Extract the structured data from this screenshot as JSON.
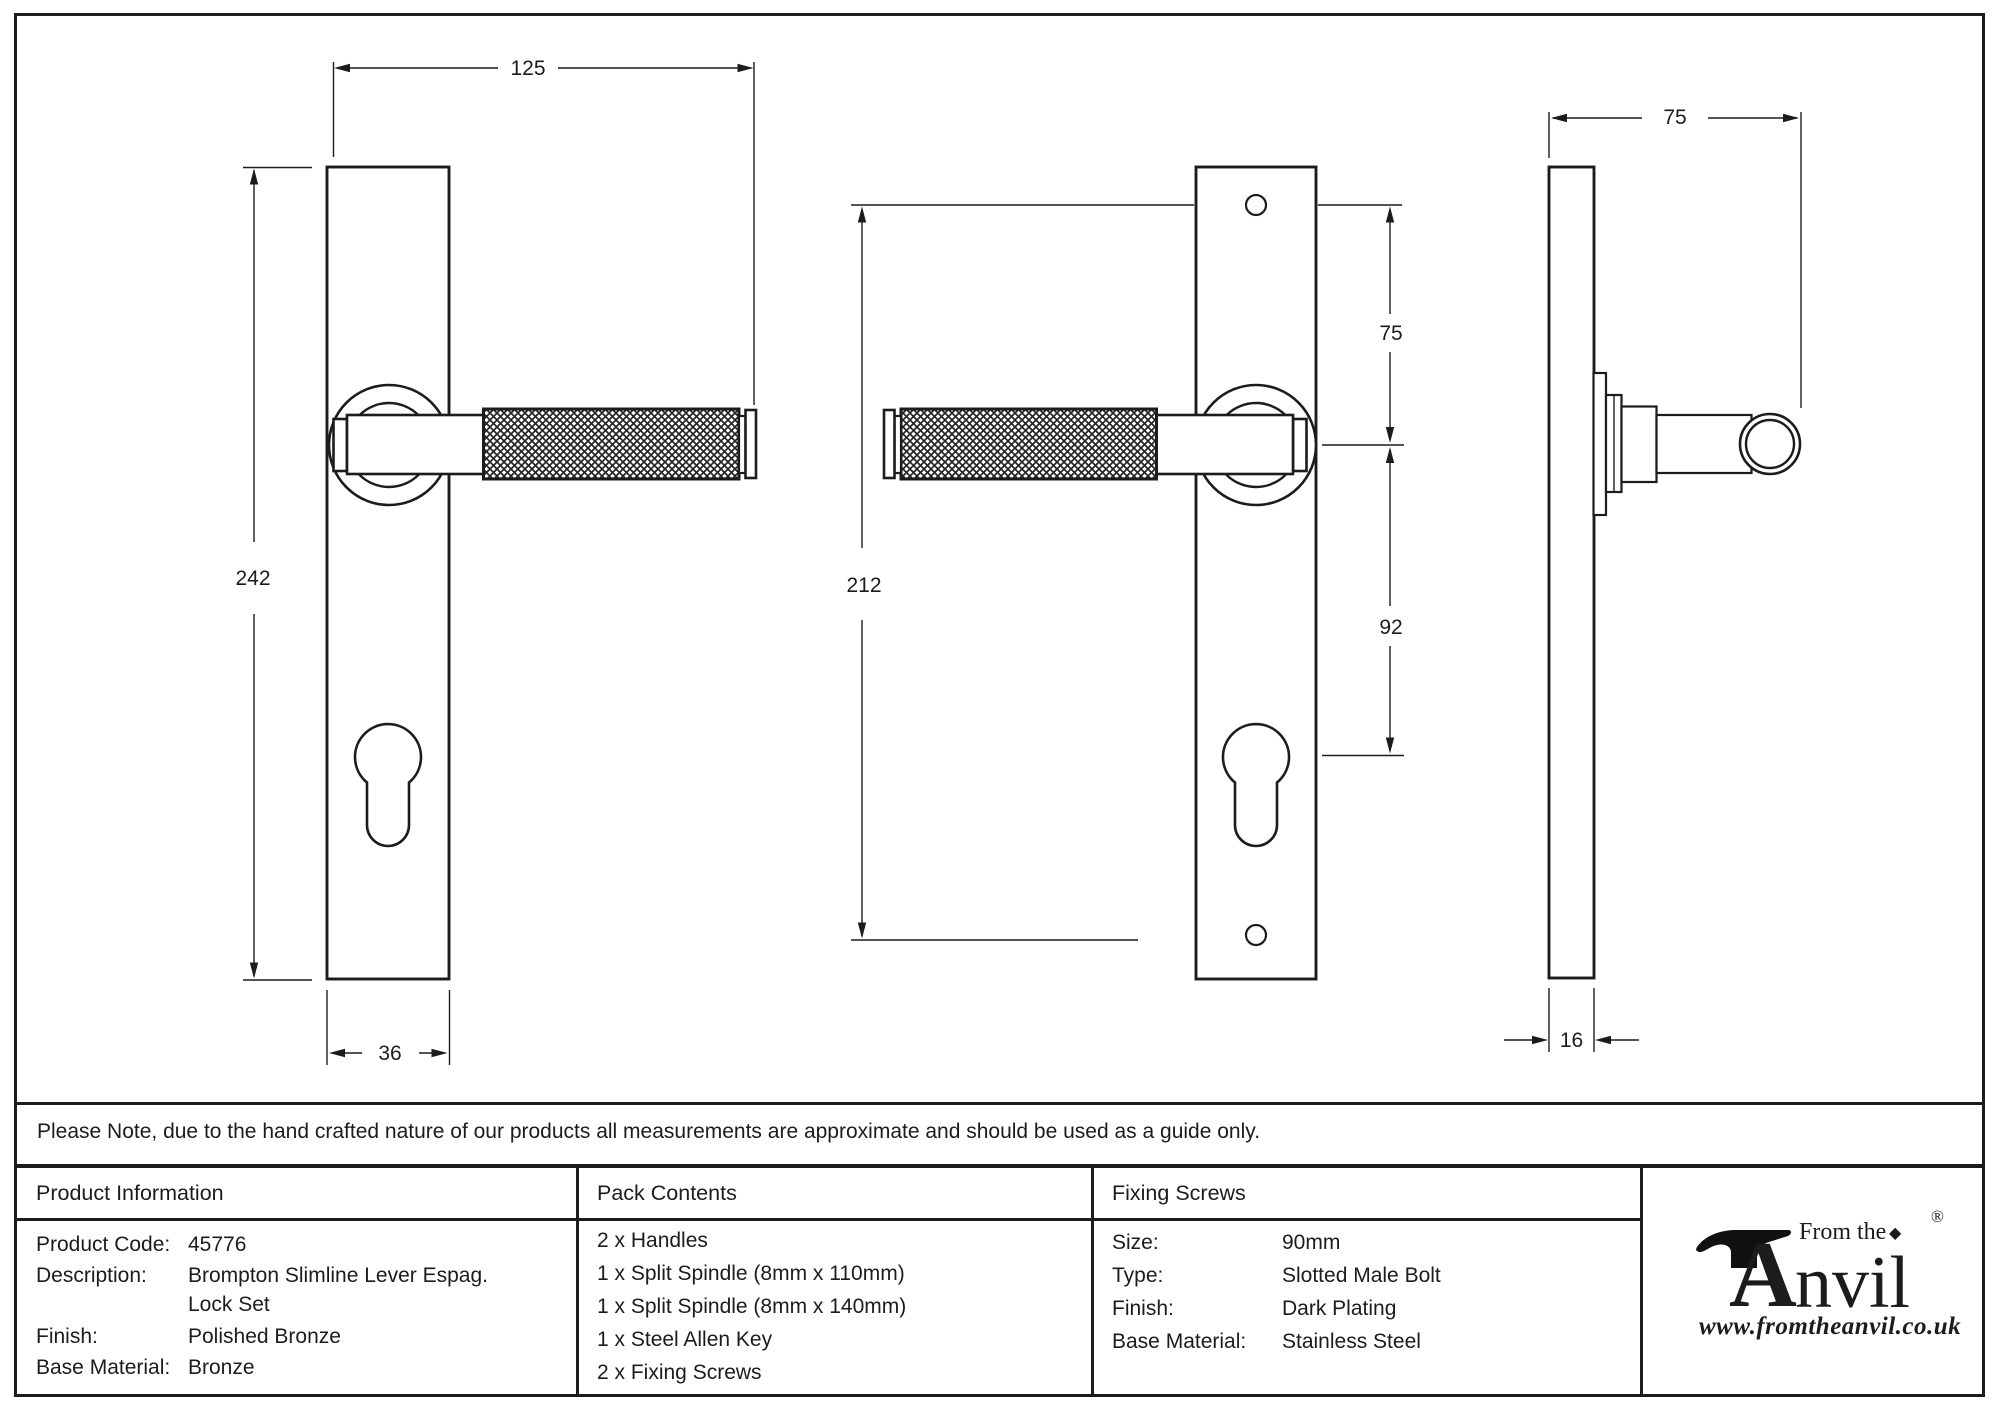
{
  "colors": {
    "ink": "#1c1c1c",
    "paper": "#ffffff"
  },
  "dims": {
    "d125": "125",
    "d242": "242",
    "d36": "36",
    "d212": "212",
    "d75_mid": "75",
    "d92": "92",
    "d75_side": "75",
    "d16": "16"
  },
  "note": {
    "text": "Please Note, due to the hand crafted nature of our products all measurements are approximate and should be used as a guide only."
  },
  "table": {
    "product_information": {
      "title": "Product Information",
      "rows": [
        {
          "label": "Product Code:",
          "value": "45776"
        },
        {
          "label": "Description:",
          "value": "Brompton Slimline Lever Espag."
        },
        {
          "label": "",
          "value": "Lock Set"
        },
        {
          "label": "Finish:",
          "value": "Polished Bronze"
        },
        {
          "label": "Base Material:",
          "value": "Bronze"
        }
      ]
    },
    "pack_contents": {
      "title": "Pack Contents",
      "items": [
        "2 x Handles",
        "1 x Split Spindle (8mm x 110mm)",
        "1 x Split Spindle (8mm x 140mm)",
        "1 x Steel Allen Key",
        "2 x Fixing Screws"
      ]
    },
    "fixing_screws": {
      "title": "Fixing Screws",
      "rows": [
        {
          "label": "Size:",
          "value": "90mm"
        },
        {
          "label": "Type:",
          "value": "Slotted Male Bolt"
        },
        {
          "label": "Finish:",
          "value": "Dark Plating"
        },
        {
          "label": "Base Material:",
          "value": "Stainless Steel"
        }
      ]
    }
  },
  "logo": {
    "prefix": "From the",
    "brand_initial": "A",
    "brand_rest": "nvil",
    "diamond": "◆",
    "registered": "®",
    "website": "www.fromtheanvil.co.uk"
  }
}
